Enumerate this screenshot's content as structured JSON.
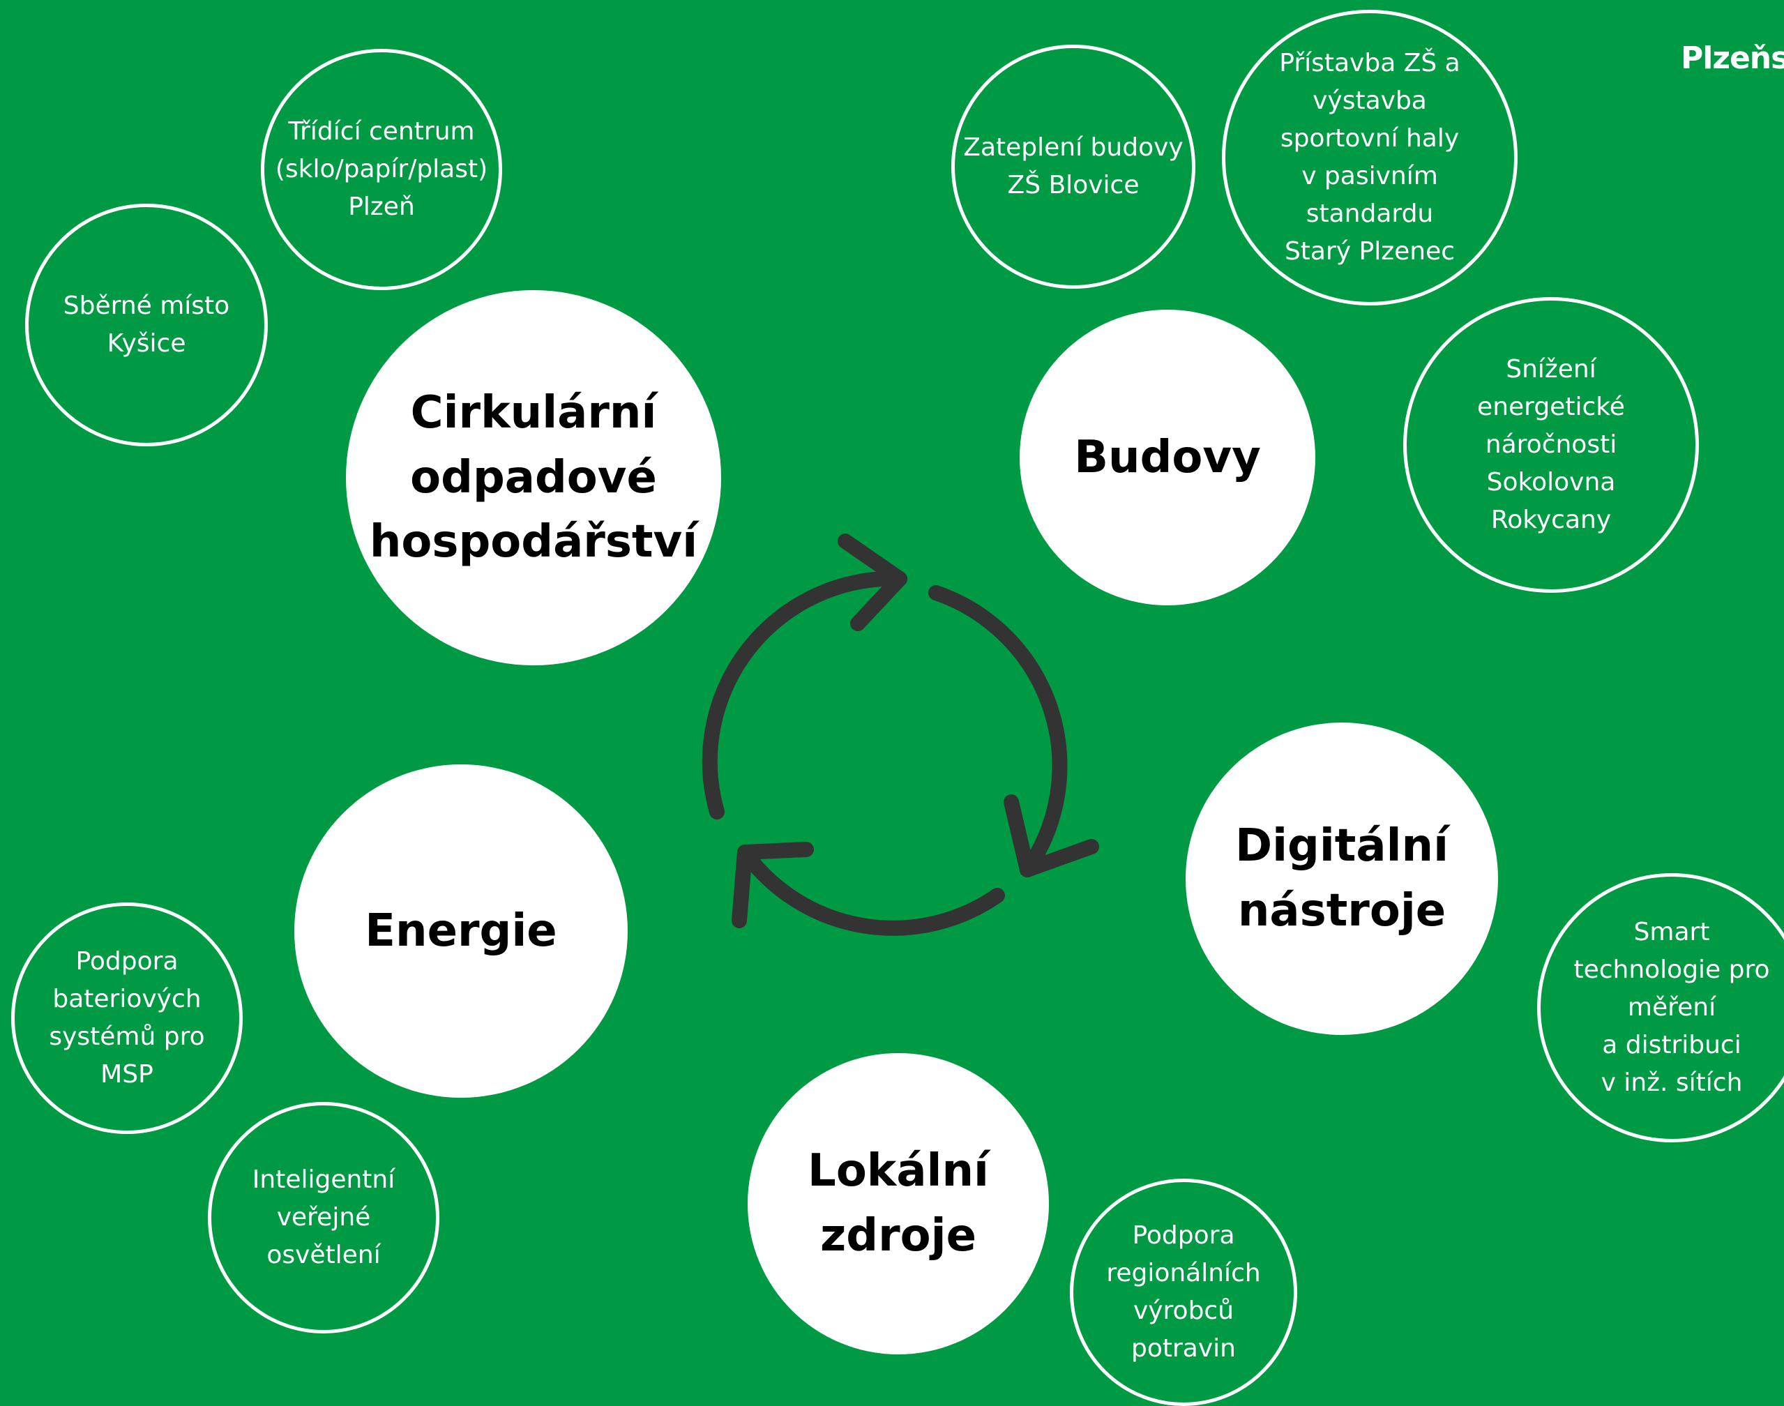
{
  "brand": "Plzeňs",
  "colors": {
    "background": "#009a44",
    "circle_fill": "#ffffff",
    "cycle_stroke": "#333333"
  },
  "cycle_icon": "recycle-arrows-icon",
  "main_topics": [
    {
      "id": "circular",
      "label": "Cirkulární\nodpadové\nhospodářství"
    },
    {
      "id": "buildings",
      "label": "Budovy"
    },
    {
      "id": "digital",
      "label": "Digitální\nnástroje"
    },
    {
      "id": "local",
      "label": "Lokální\nzdroje"
    },
    {
      "id": "energy",
      "label": "Energie"
    }
  ],
  "projects": [
    {
      "id": "sorting-center",
      "label": "Třídící centrum\n(sklo/papír/plast)\nPlzeň"
    },
    {
      "id": "collection-point",
      "label": "Sběrné místo\nKyšice"
    },
    {
      "id": "insulation",
      "label": "Zateplení budovy\nZŠ Blovice"
    },
    {
      "id": "school-extension",
      "label": "Přístavba ZŠ a\nvýstavba\nsportovní haly\nv pasivním\nstandardu\nStarý Plzenec"
    },
    {
      "id": "sokolovna",
      "label": "Snížení\nenergetické\nnáročnosti\nSokolovna\nRokycany"
    },
    {
      "id": "smart-tech",
      "label": "Smart\ntechnologie pro\nměření\na distribuci\nv inž. sítích"
    },
    {
      "id": "food-producers",
      "label": "Podpora\nregionálních\nvýrobců\npotravin"
    },
    {
      "id": "battery-systems",
      "label": "Podpora\nbateriových\nsystémů pro\nMSP"
    },
    {
      "id": "public-lighting",
      "label": "Inteligentní\nveřejné\nosvětlení"
    }
  ]
}
